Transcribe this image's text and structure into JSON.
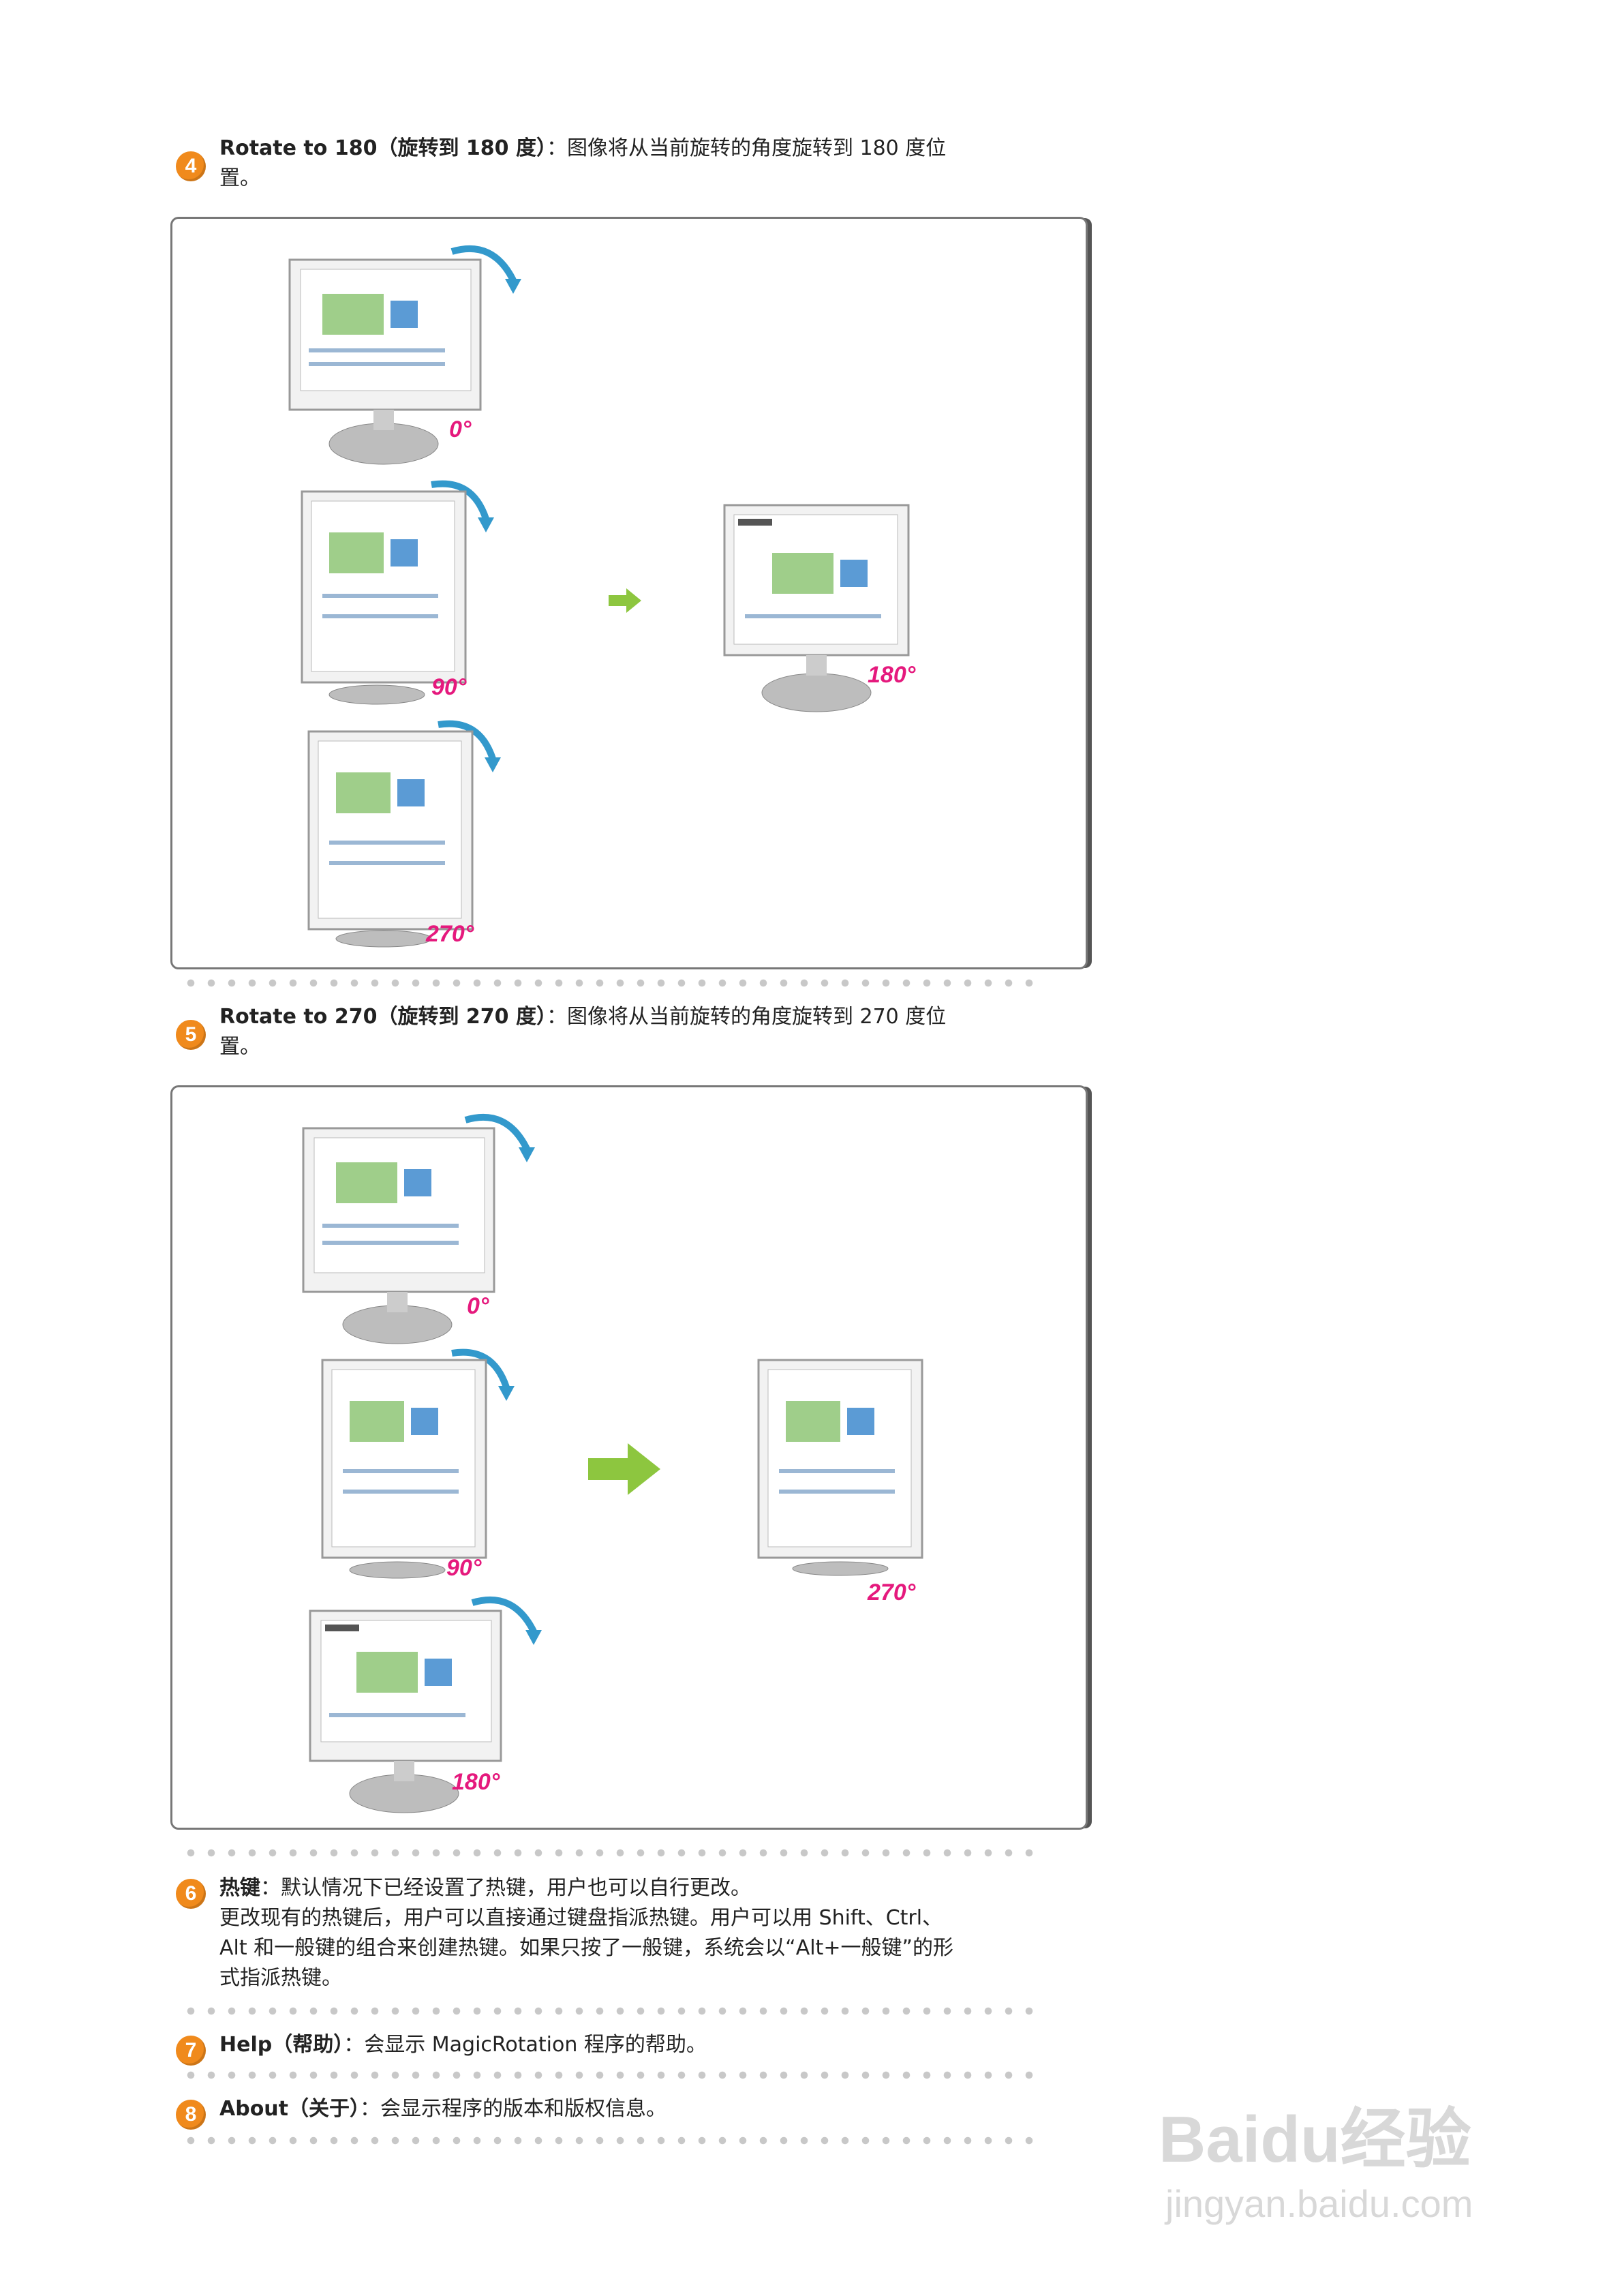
{
  "sections": {
    "s4": {
      "num": "4",
      "title": "Rotate to 180（旋转到 180 度）",
      "desc": "：图像将从当前旋转的角度旋转到 180 度位",
      "desc2": "置。"
    },
    "s5": {
      "num": "5",
      "title": "Rotate to 270（旋转到 270 度）",
      "desc": "：图像将从当前旋转的角度旋转到 270 度位",
      "desc2": "置。"
    },
    "s6": {
      "num": "6",
      "title": "热键",
      "line1": "：默认情况下已经设置了热键，用户也可以自行更改。",
      "line2": "更改现有的热键后，用户可以直接通过键盘指派热键。用户可以用 Shift、Ctrl、",
      "line3": "Alt 和一般键的组合来创建热键。如果只按了一般键，系统会以“Alt+一般键”的形",
      "line4": "式指派热键。"
    },
    "s7": {
      "num": "7",
      "title": "Help（帮助）",
      "desc": "：会显示 MagicRotation 程序的帮助。"
    },
    "s8": {
      "num": "8",
      "title": "About（关于）",
      "desc": "：会显示程序的版本和版权信息。"
    }
  },
  "diagram1": {
    "labels": [
      "0°",
      "90°",
      "270°",
      "180°"
    ]
  },
  "diagram2": {
    "labels": [
      "0°",
      "90°",
      "180°",
      "270°"
    ]
  },
  "colors": {
    "badge": "#f08a1c",
    "degree": "#e5197d",
    "arrow": "#8dc63f",
    "rotate_arrow": "#3399cc"
  },
  "watermark": {
    "brand": "Baidu经验",
    "url": "jingyan.baidu.com"
  }
}
